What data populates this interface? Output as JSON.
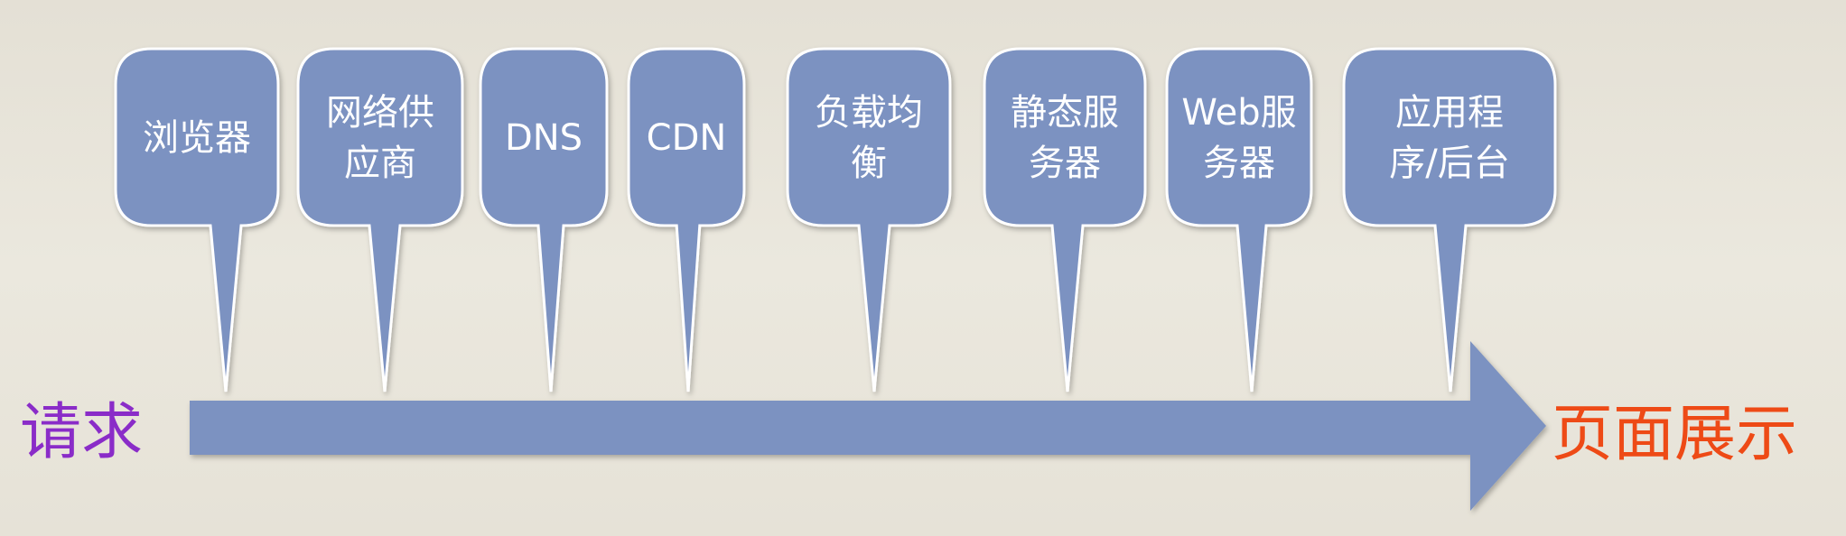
{
  "diagram": {
    "start_label": "请求",
    "end_label": "页面展示",
    "colors": {
      "bubble_fill": "#7b92c1",
      "bubble_stroke": "#ffffff",
      "arrow_fill": "#7b92c1",
      "start_label": "#8a2cc8",
      "end_label": "#ee4a16",
      "background": "#e8e5db"
    },
    "stages": [
      {
        "lines": [
          "浏览器"
        ]
      },
      {
        "lines": [
          "网络供",
          "应商"
        ]
      },
      {
        "lines": [
          "DNS"
        ]
      },
      {
        "lines": [
          "CDN"
        ]
      },
      {
        "lines": [
          "负载均",
          "衡"
        ]
      },
      {
        "lines": [
          "静态服",
          "务器"
        ]
      },
      {
        "lines": [
          "Web服",
          "务器"
        ]
      },
      {
        "lines": [
          "应用程",
          "序/后台"
        ]
      }
    ]
  }
}
